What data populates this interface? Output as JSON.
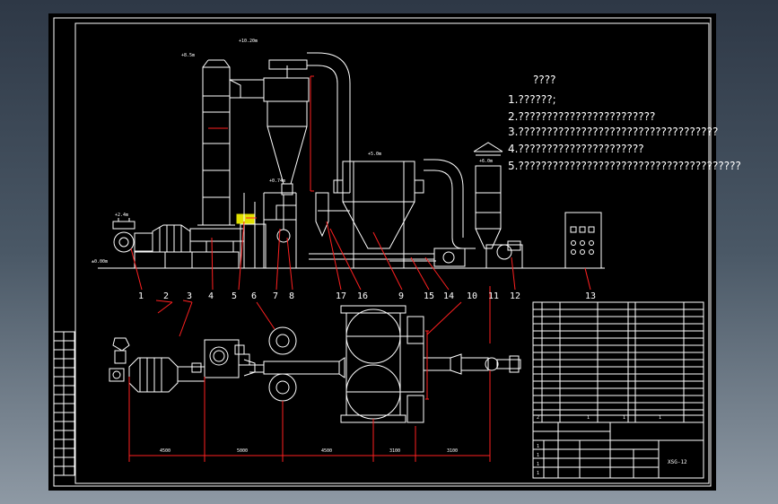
{
  "notes": {
    "heading": "????",
    "lines": [
      "1.??????;",
      "2.????????????????????????",
      "3.???????????????????????????????????",
      "4.??????????????????????",
      "5.???????????????????????????????????????"
    ]
  },
  "elevations": {
    "top": "+10.20m",
    "stack": "+8.5m",
    "cyclone_base": "+0.74m",
    "scrubber": "+5.0m",
    "chimney": "+6.0m",
    "inlet": "+2.4m",
    "ground": "±0.00m"
  },
  "callouts": [
    "1",
    "2",
    "3",
    "4",
    "5",
    "6",
    "7",
    "8",
    "17",
    "16",
    "9",
    "15",
    "14",
    "10",
    "11",
    "12",
    "13"
  ],
  "dimensions": [
    "4500",
    "5000",
    "4500",
    "3100",
    "3100"
  ],
  "title_block": {
    "drawing_no": "XSG-12",
    "cells": [
      "1",
      "1",
      "1",
      "1",
      "2",
      "1",
      "1",
      "1"
    ]
  },
  "colors": {
    "line": "#ffffff",
    "callout": "#ff2020",
    "highlight": "#e0e000",
    "background": "#000000"
  }
}
